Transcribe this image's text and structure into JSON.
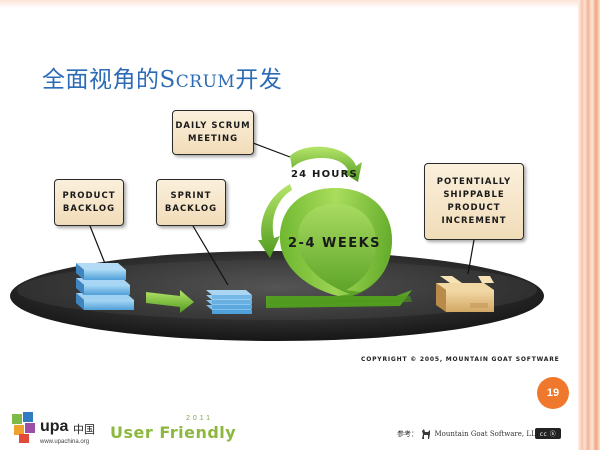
{
  "slide": {
    "title_cn_prefix": "全面视角的",
    "title_scrum_s": "S",
    "title_scrum_rest": "CRUM",
    "title_cn_suffix": "开发",
    "page_number": "19"
  },
  "diagram": {
    "daily_scrum": "Daily Scrum Meeting",
    "product_backlog": "Product Backlog",
    "sprint_backlog": "Sprint Backlog",
    "potentially_shippable": "Potentially Shippable Product Increment",
    "hours_label": "24 Hours",
    "weeks_label": "2-4 Weeks",
    "copyright": "Copyright © 2005, Mountain Goat Software"
  },
  "footer": {
    "upa_text": "upa",
    "upa_cn": "中国",
    "upa_url": "www.upachina.org",
    "uf_text": "User Friendly",
    "uf_year": "2011",
    "ref_prefix": "参考：",
    "ref_source": "Mountain Goat Software, LLC",
    "cc_label": "cc ⓑ"
  },
  "colors": {
    "title": "#2c6bb5",
    "accent": "#f0782c",
    "arrow_green": "#7cc43a",
    "box_fill": "#f4e4c6",
    "backlog_blue": "#6fb6e6",
    "platform": "#2e2e2e"
  },
  "icons": [
    "upa-cube-icon",
    "goat-icon",
    "creative-commons-icon"
  ]
}
